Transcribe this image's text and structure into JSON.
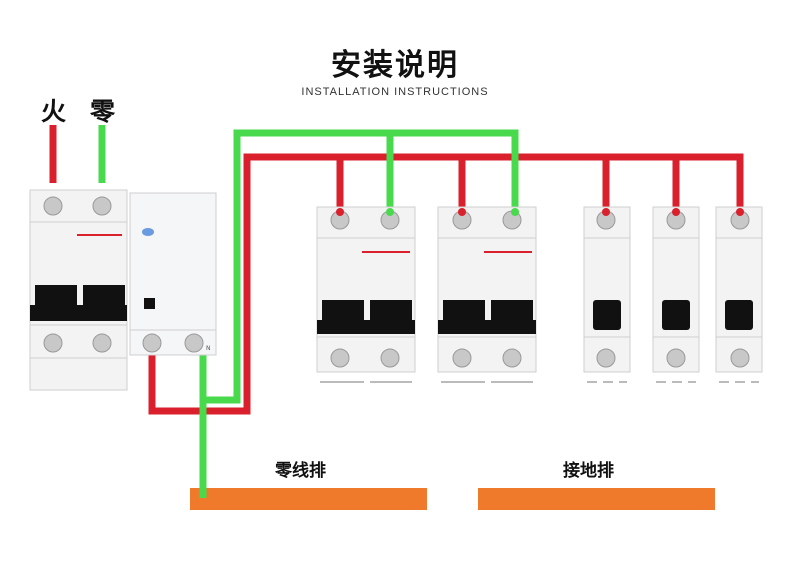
{
  "header": {
    "title": "安装说明",
    "subtitle": "INSTALLATION INSTRUCTIONS"
  },
  "labels": {
    "live": "火",
    "neutral": "零",
    "neutral_bar": "零线排",
    "ground_bar": "接地排"
  },
  "colors": {
    "live_wire": "#d9202c",
    "neutral_wire": "#49d94d",
    "bus_bar": "#f07a2c",
    "breaker_body": "#f0f0f0",
    "breaker_outline": "#cfcfcf",
    "handle": "#111111",
    "terminal": "#c8c8c8"
  },
  "icons": {
    "terminal": "screw-terminal-icon",
    "handle": "breaker-handle-icon",
    "indicator": "blue-indicator-dot-icon"
  }
}
